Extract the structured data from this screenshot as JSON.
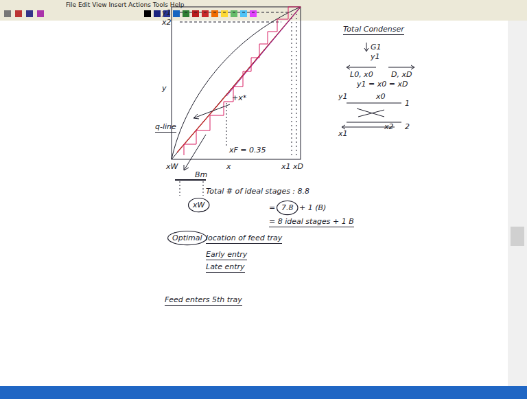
{
  "diagram": {
    "nodes": [
      {
        "text": [
          "Optimal"
        ]
      },
      {
        "text": [
          "7.8"
        ]
      },
      {
        "text": [
          "xW"
        ]
      }
    ],
    "labels": [
      "File Edit View Insert Actions Tools Help",
      "y1",
      "x2",
      "y",
      "q-line",
      "x",
      "xW",
      "xF = 0.35",
      "+x*",
      "x1 xD",
      "Bm",
      "Total Condenser",
      "G1",
      "y1",
      "L0, x0",
      "D, xD",
      "y1 = x0 = xD",
      "y1",
      "x0",
      "x1",
      "x2",
      "1",
      "2",
      "Total # of ideal stages : 8.8",
      "=",
      "+ 1 (B)",
      "= 8 ideal stages + 1 B",
      "location of feed tray",
      "Early entry",
      "Late entry",
      "Feed enters 5th tray"
    ]
  }
}
